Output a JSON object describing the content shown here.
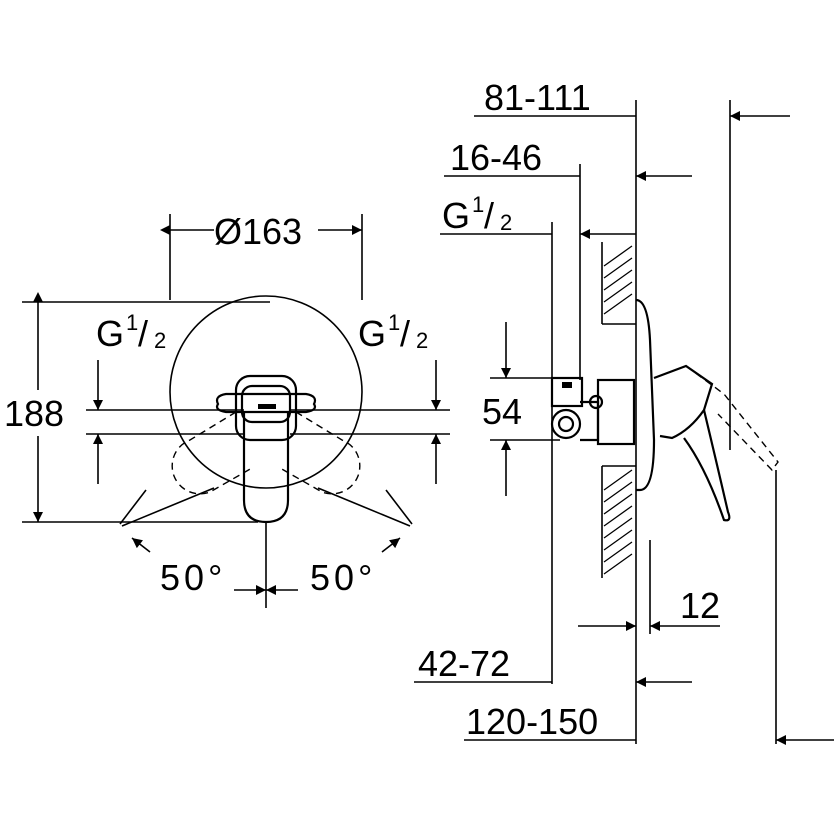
{
  "front_view": {
    "diameter_label": "Ø163",
    "height_label": "188",
    "connection_left": {
      "base": "G",
      "num": "1",
      "slash": "/",
      "den": "2"
    },
    "connection_right": {
      "base": "G",
      "num": "1",
      "slash": "/",
      "den": "2"
    },
    "angle_left": "50°",
    "angle_right": "50°"
  },
  "side_view": {
    "dim_81_111": "81-111",
    "dim_16_46": "16-46",
    "connection": {
      "base": "G",
      "num": "1",
      "slash": "/",
      "den": "2"
    },
    "dim_54": "54",
    "dim_12": "12",
    "dim_42_72": "42-72",
    "dim_120_150": "120-150"
  }
}
